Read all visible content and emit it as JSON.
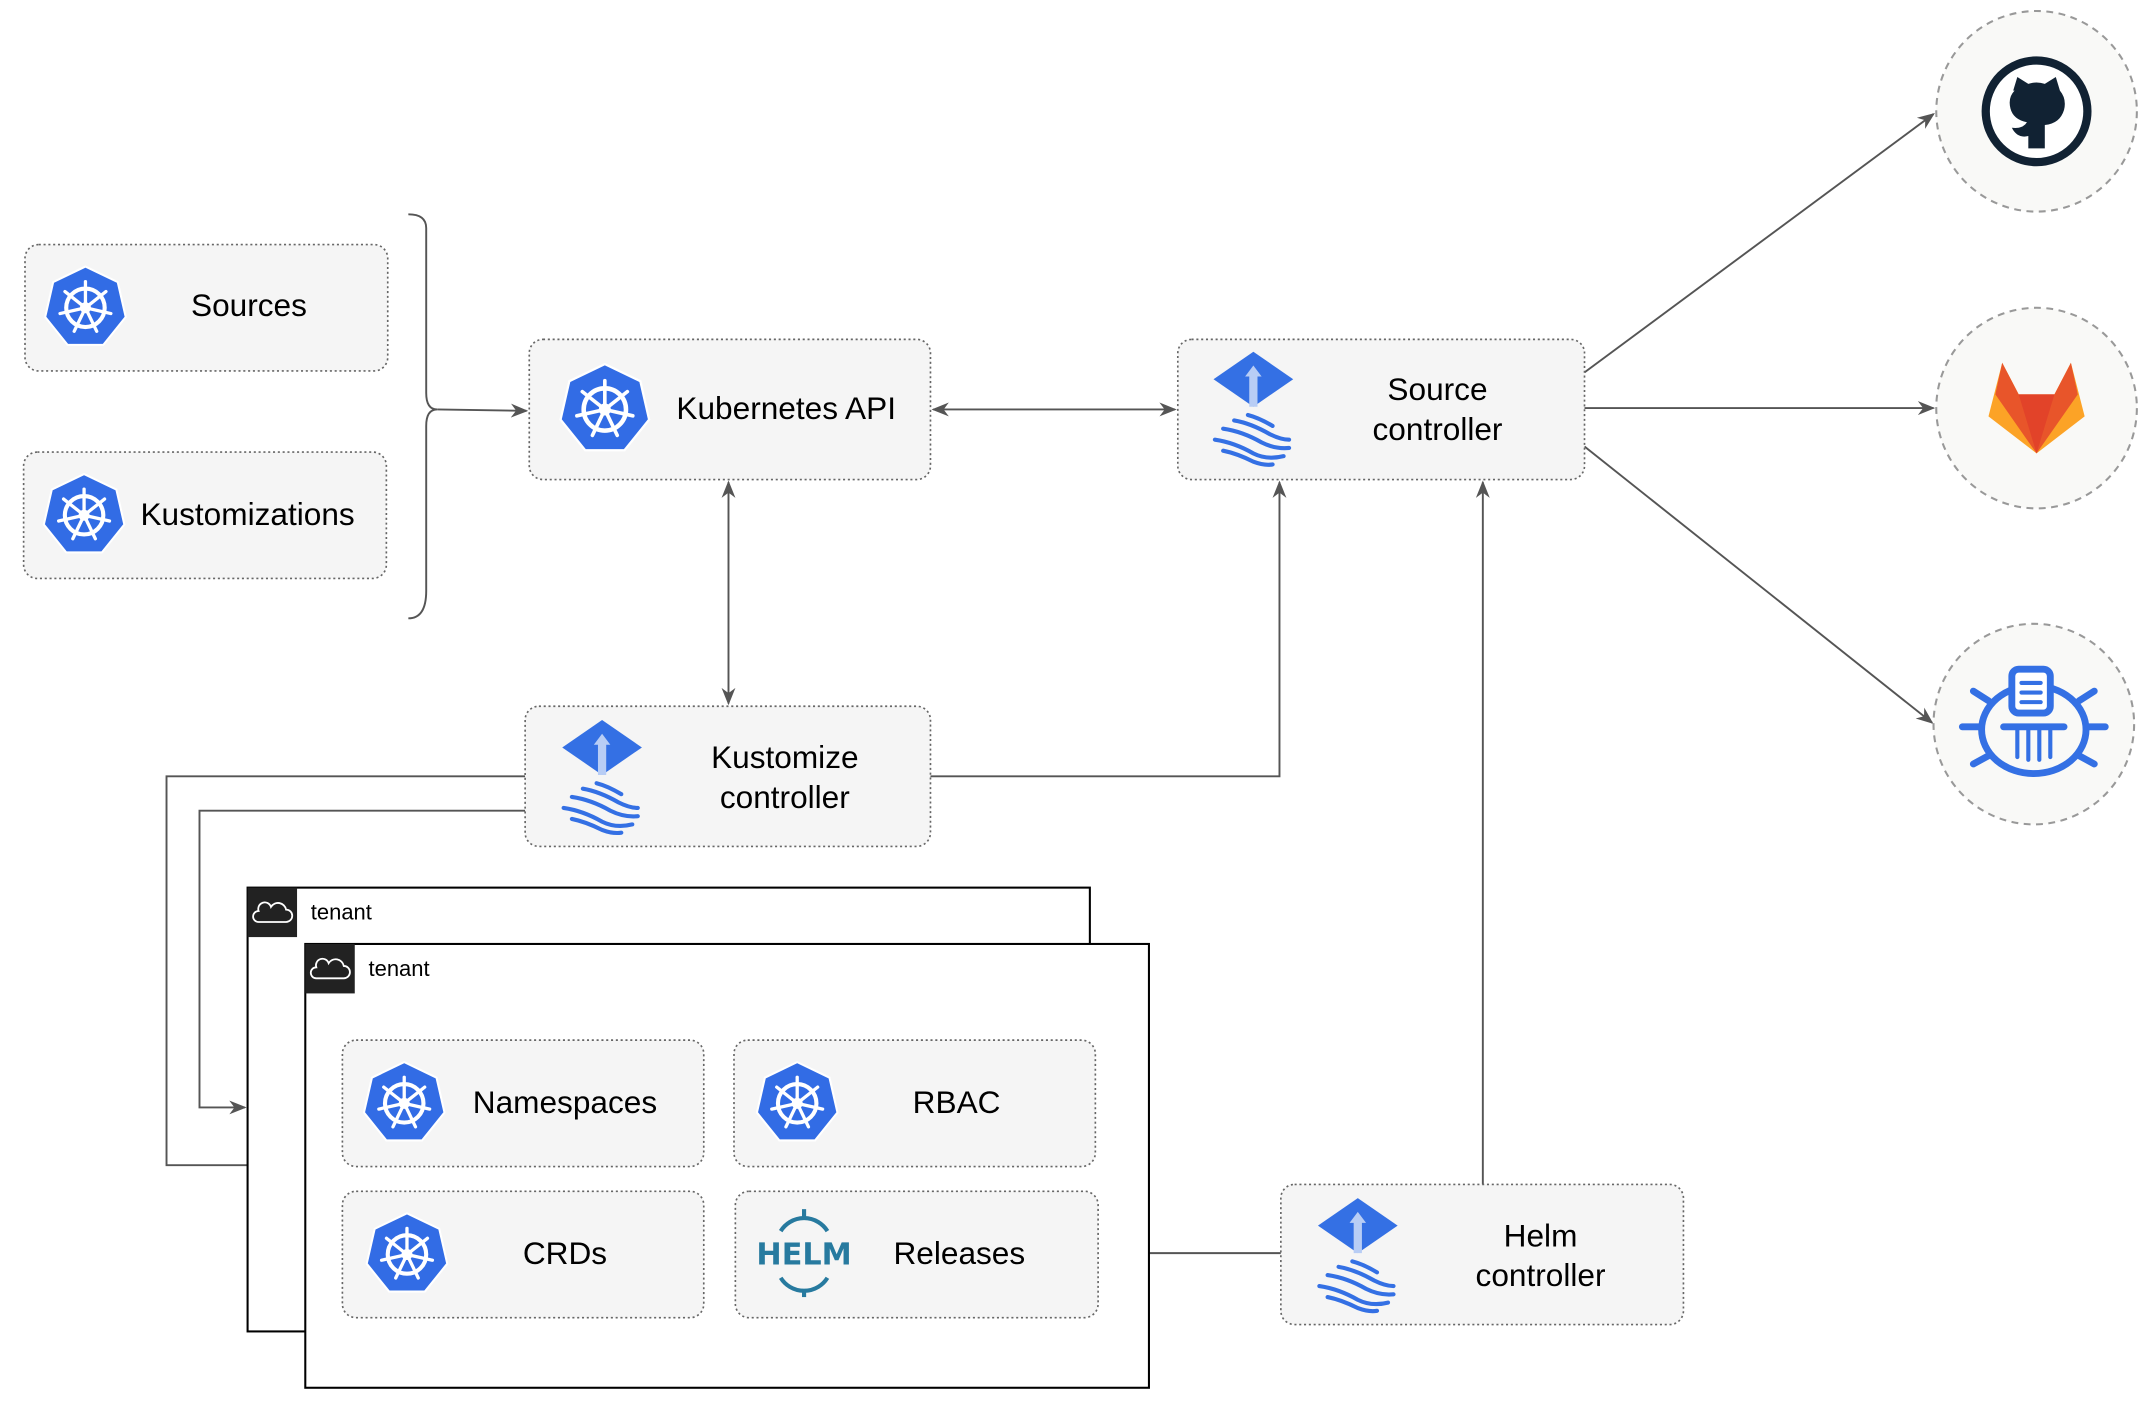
{
  "colors": {
    "kubernetes_blue": "#326ce5",
    "flux_blue": "#3470e4",
    "helm_blue": "#277a9f",
    "github_dark": "#112233",
    "gitlab_orange": "#e8552a",
    "edge": "#555555"
  },
  "inputs": {
    "sources": {
      "label": "Sources",
      "icon": "kubernetes-icon"
    },
    "kustomizations": {
      "label": "Kustomizations",
      "icon": "kubernetes-icon"
    }
  },
  "kubernetes_api": {
    "label": "Kubernetes API",
    "icon": "kubernetes-icon"
  },
  "source_controller": {
    "line1": "Source",
    "line2": "controller",
    "icon": "flux-icon"
  },
  "kustomize_controller": {
    "line1": "Kustomize",
    "line2": "controller",
    "icon": "flux-icon"
  },
  "helm_controller": {
    "line1": "Helm",
    "line2": "controller",
    "icon": "flux-icon"
  },
  "tenants": [
    {
      "label": "tenant",
      "icon": "cloud-icon"
    },
    {
      "label": "tenant",
      "icon": "cloud-icon"
    }
  ],
  "tenant_resources": [
    {
      "label": "Namespaces",
      "icon": "kubernetes-icon"
    },
    {
      "label": "RBAC",
      "icon": "kubernetes-icon"
    },
    {
      "label": "CRDs",
      "icon": "kubernetes-icon"
    },
    {
      "label": "Releases",
      "icon": "helm-icon",
      "icon_text": "HELM"
    }
  ],
  "external_sources": [
    {
      "icon": "github-icon"
    },
    {
      "icon": "gitlab-icon"
    },
    {
      "icon": "harbor-icon"
    }
  ]
}
